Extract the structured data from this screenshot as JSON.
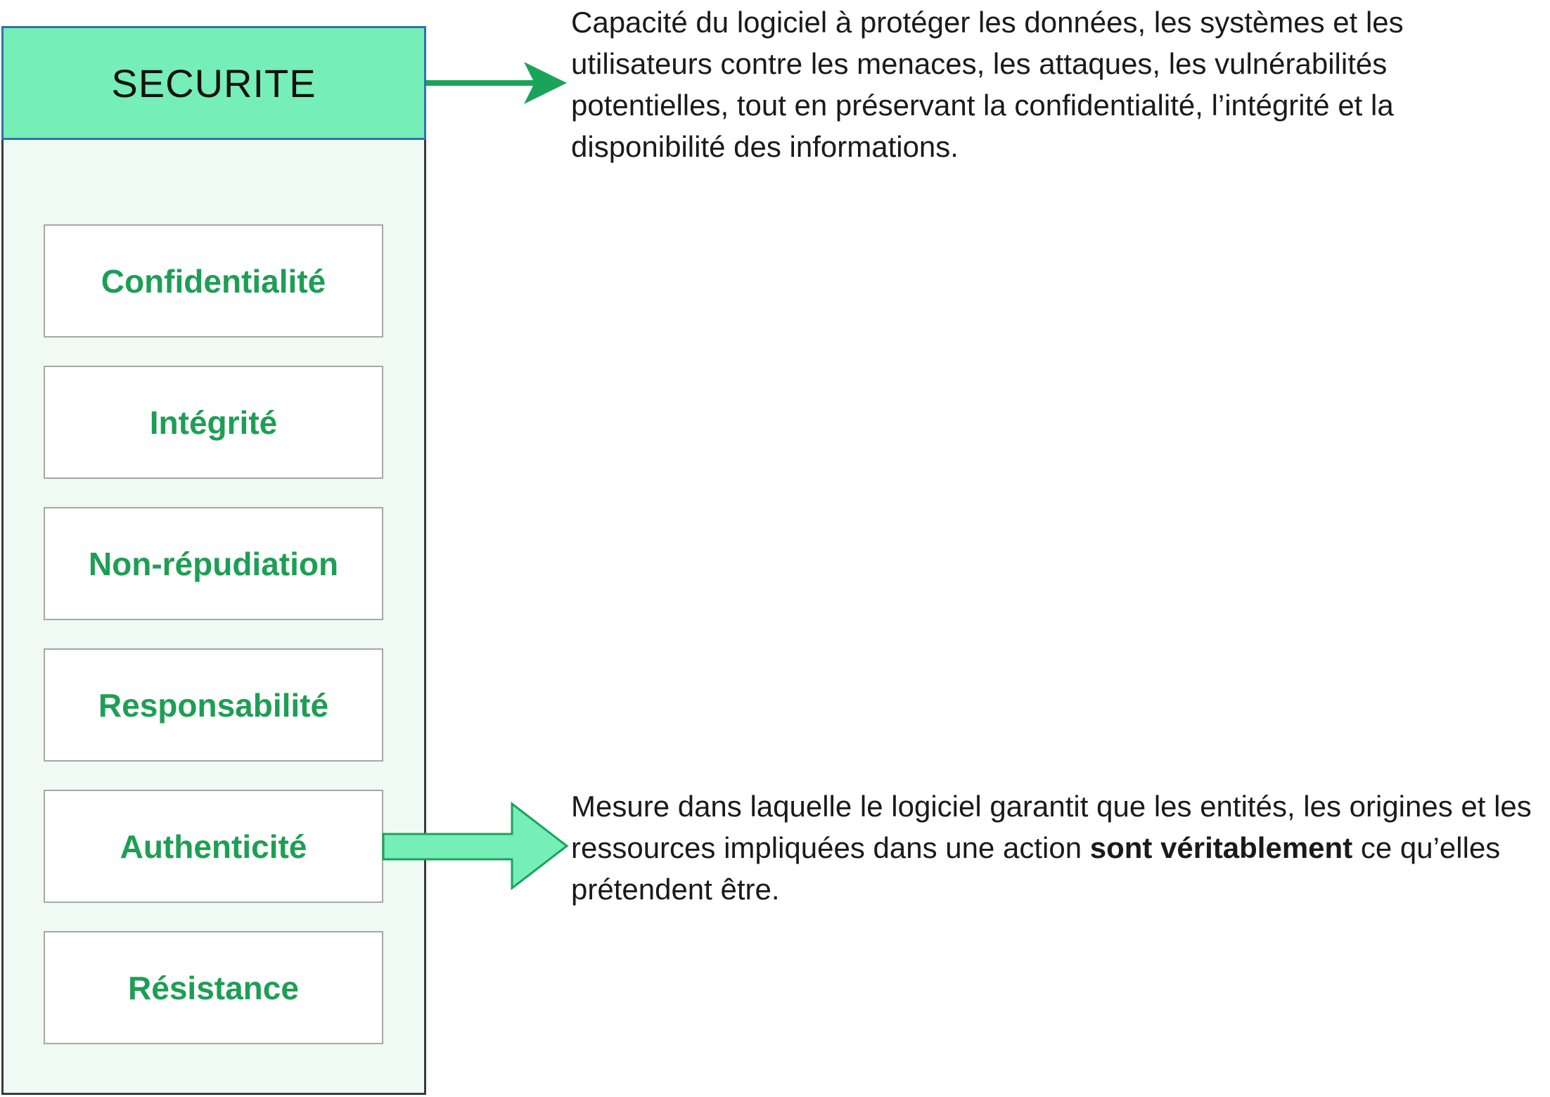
{
  "header": {
    "title": "SECURITE"
  },
  "items": [
    {
      "label": "Confidentialité"
    },
    {
      "label": "Intégrité"
    },
    {
      "label": "Non-répudiation"
    },
    {
      "label": "Responsabilité"
    },
    {
      "label": "Authenticité"
    },
    {
      "label": "Résistance"
    }
  ],
  "descriptions": {
    "top": "Capacité du logiciel à protéger les données, les systèmes et les utilisateurs contre les menaces, les attaques, les vulnérabilités potentielles, tout en préservant la confidentialité, l’intégrité et la disponibilité des informations.",
    "bottom": {
      "before": "Mesure dans laquelle le logiciel garantit que les entités, les origines et les ressources impliquées dans une action ",
      "bold": "sont véritablement",
      "after": " ce qu’elles prétendent être."
    }
  },
  "colors": {
    "header_fill": "#76eeb7",
    "header_border": "#2e72b0",
    "panel_fill": "#effaf4",
    "item_text": "#1e9e55",
    "arrow_dark": "#1aa45a",
    "arrow_light": "#76eeb7"
  }
}
